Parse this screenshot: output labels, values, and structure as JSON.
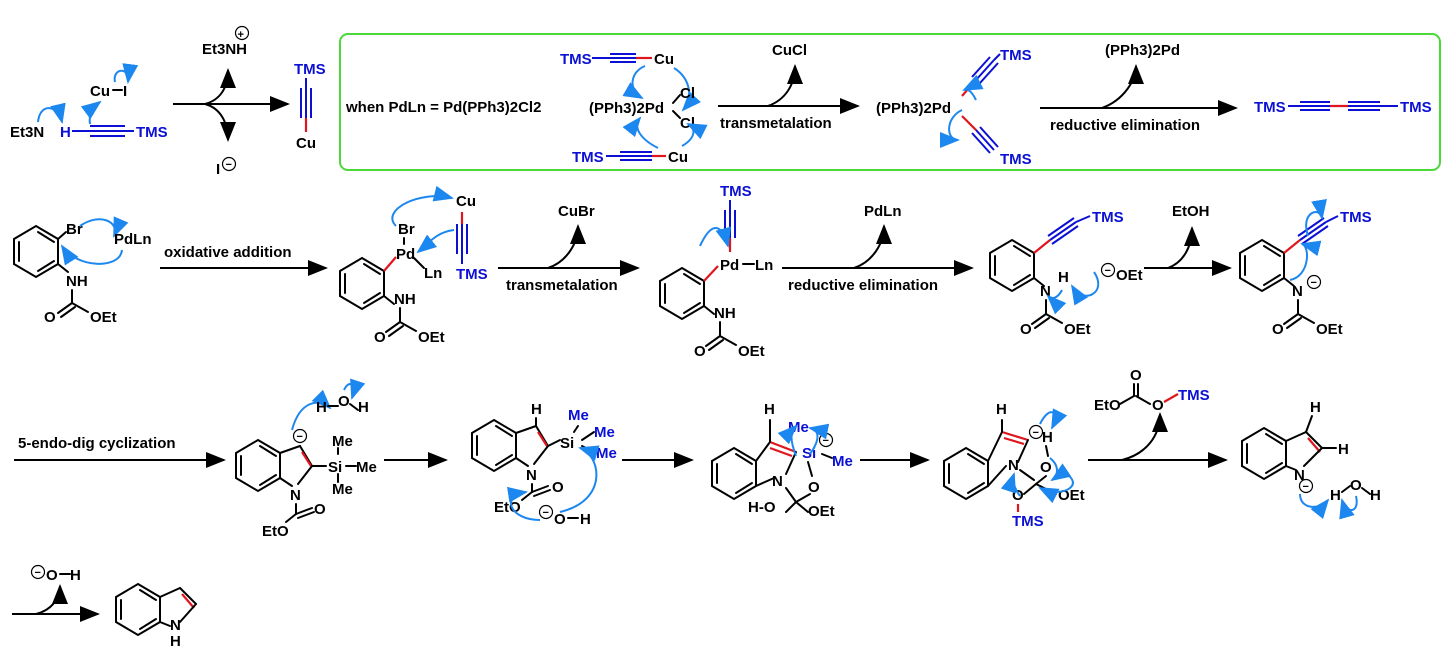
{
  "colors": {
    "bond": "#000000",
    "tms_blue": "#0b10d4",
    "new_bond_red": "#e0161e",
    "curly_arrow": "#1d87f0",
    "box_green": "#4bd83a"
  },
  "row1": {
    "et3n": "Et3N",
    "h": "H",
    "tms_left": "TMS",
    "cu": "Cu",
    "i": "I",
    "et3nh": "Et3NH",
    "iodide": "I",
    "cu_product": "Cu",
    "tms_product": "TMS"
  },
  "box": {
    "condition": "when PdLn = Pd(PPh3)2Cl2",
    "tms_top": "TMS",
    "cu_top": "Cu",
    "pd_complex": "(PPh3)2Pd",
    "cl1": "Cl",
    "cl2": "Cl",
    "tms_bottom": "TMS",
    "cu_bottom": "Cu",
    "byproduct1": "CuCl",
    "step1_label": "transmetalation",
    "pd_intermediate": "(PPh3)2Pd",
    "tms_int_top": "TMS",
    "tms_int_bottom": "TMS",
    "byproduct2": "(PPh3)2Pd",
    "step2_label": "reductive elimination",
    "diyne_left": "TMS",
    "diyne_right": "TMS"
  },
  "row2": {
    "br": "Br",
    "pdln": "PdLn",
    "nh1": "NH",
    "o1": "O",
    "oet1": "OEt",
    "step_oxadd": "oxidative addition",
    "pd2": "Pd",
    "br2": "Br",
    "ln2": "Ln",
    "cu2": "Cu",
    "tms2": "TMS",
    "nh2": "NH",
    "o2": "O",
    "oet2": "OEt",
    "cubr": "CuBr",
    "step_trans": "transmetalation",
    "tms3": "TMS",
    "pd3": "Pd",
    "ln3": "Ln",
    "nh3": "NH",
    "o3": "O",
    "oet3": "OEt",
    "pdln_out": "PdLn",
    "step_redel": "reductive elimination",
    "tms4": "TMS",
    "n4": "N",
    "h4": "H",
    "oet_base": "OEt",
    "o4": "O",
    "oet4": "OEt",
    "etoh": "EtOH",
    "tms5": "TMS",
    "n5": "N",
    "o5": "O",
    "oet5": "OEt"
  },
  "row3": {
    "step_cycl": "5-endo-dig cyclization",
    "h2o_h1": "H",
    "h2o_o": "O",
    "h2o_h2": "H",
    "me_a1": "Me",
    "si_a": "Si",
    "me_a2": "Me",
    "me_a3": "Me",
    "n_a": "N",
    "eto_a": "EtO",
    "o_a": "O",
    "h_b": "H",
    "me_b1": "Me",
    "si_b": "Si",
    "me_b2": "Me",
    "me_b3": "Me",
    "n_b": "N",
    "eto_b": "EtO",
    "o_b": "O",
    "oh_o": "O",
    "oh_h": "H",
    "h_c": "H",
    "me_c1": "Me",
    "si_c": "Si",
    "me_c2": "Me",
    "n_c": "N",
    "o_c": "O",
    "ho_c": "H-O",
    "oet_c": "OEt",
    "h_d": "H",
    "n_d": "N",
    "o_d1": "O",
    "h_d2": "H",
    "oet_d": "OEt",
    "o_d2": "O",
    "tms_d": "TMS",
    "carbonate_eto": "EtO",
    "carbonate_o1": "O",
    "carbonate_o2": "O",
    "carbonate_tms": "TMS",
    "h_e1": "H",
    "h_e2": "H",
    "n_e": "N",
    "h2o_e_h1": "H",
    "h2o_e_o": "O",
    "h2o_e_h2": "H"
  },
  "row4": {
    "hydroxide_o": "O",
    "hydroxide_h": "H",
    "indole_nh": "N",
    "indole_h": "H"
  }
}
